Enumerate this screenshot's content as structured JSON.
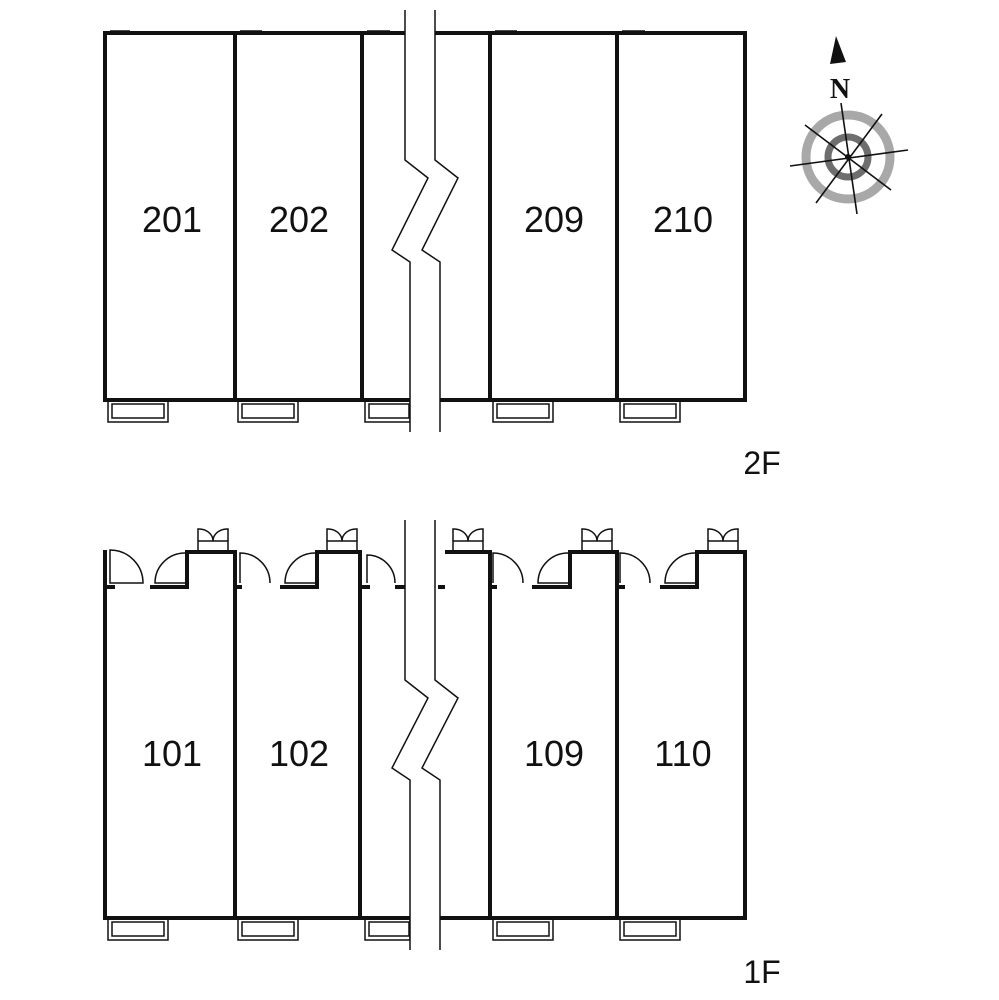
{
  "floors": [
    {
      "label": "2F",
      "units": [
        "201",
        "202",
        "209",
        "210"
      ]
    },
    {
      "label": "1F",
      "units": [
        "101",
        "102",
        "109",
        "110"
      ]
    }
  ],
  "compass": {
    "north_label": "N",
    "ring_outer_color": "#a8a8a8",
    "ring_inner_color": "#6e6e6e"
  }
}
